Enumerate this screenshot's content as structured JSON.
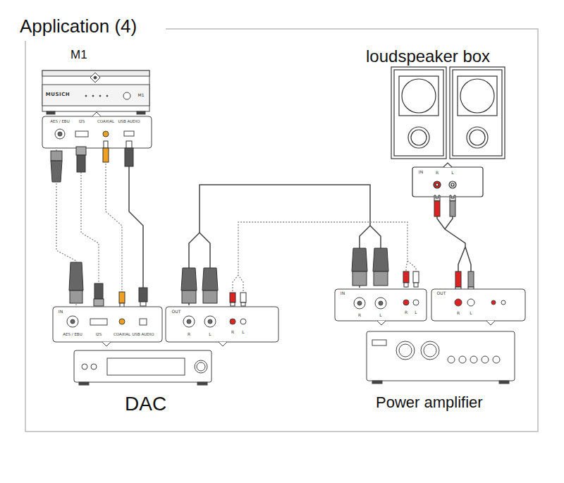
{
  "diagram": {
    "title": "Application (4)",
    "nodes": [
      {
        "text": [
          "M1"
        ]
      },
      {
        "text": [
          "DAC"
        ]
      },
      {
        "text": [
          "Power amplifier"
        ]
      },
      {
        "text": [
          "loudspeaker box"
        ]
      }
    ],
    "edges": [
      {
        "from": 0,
        "to": 1,
        "arrow": "none"
      },
      {
        "from": 0,
        "to": 1,
        "arrow": "none"
      },
      {
        "from": 0,
        "to": 1,
        "arrow": "none"
      },
      {
        "from": 0,
        "to": 1,
        "arrow": "none"
      },
      {
        "from": 1,
        "to": 2,
        "arrow": "none"
      },
      {
        "from": 1,
        "to": 2,
        "arrow": "none"
      },
      {
        "from": 2,
        "to": 3,
        "arrow": "none"
      }
    ],
    "labels": [
      "MUSICH",
      "M1",
      "AES / EBU",
      "I2S",
      "COAXIAL",
      "USB AUDIO",
      "IN",
      "R",
      "L",
      "IN",
      "AES / EBU",
      "I2S",
      "COAXIAL",
      "USB AUDIO",
      "OUT",
      "R",
      "L",
      "R",
      "L",
      "IN",
      "R",
      "L",
      "R",
      "L",
      "OUT",
      "R",
      "L"
    ]
  }
}
